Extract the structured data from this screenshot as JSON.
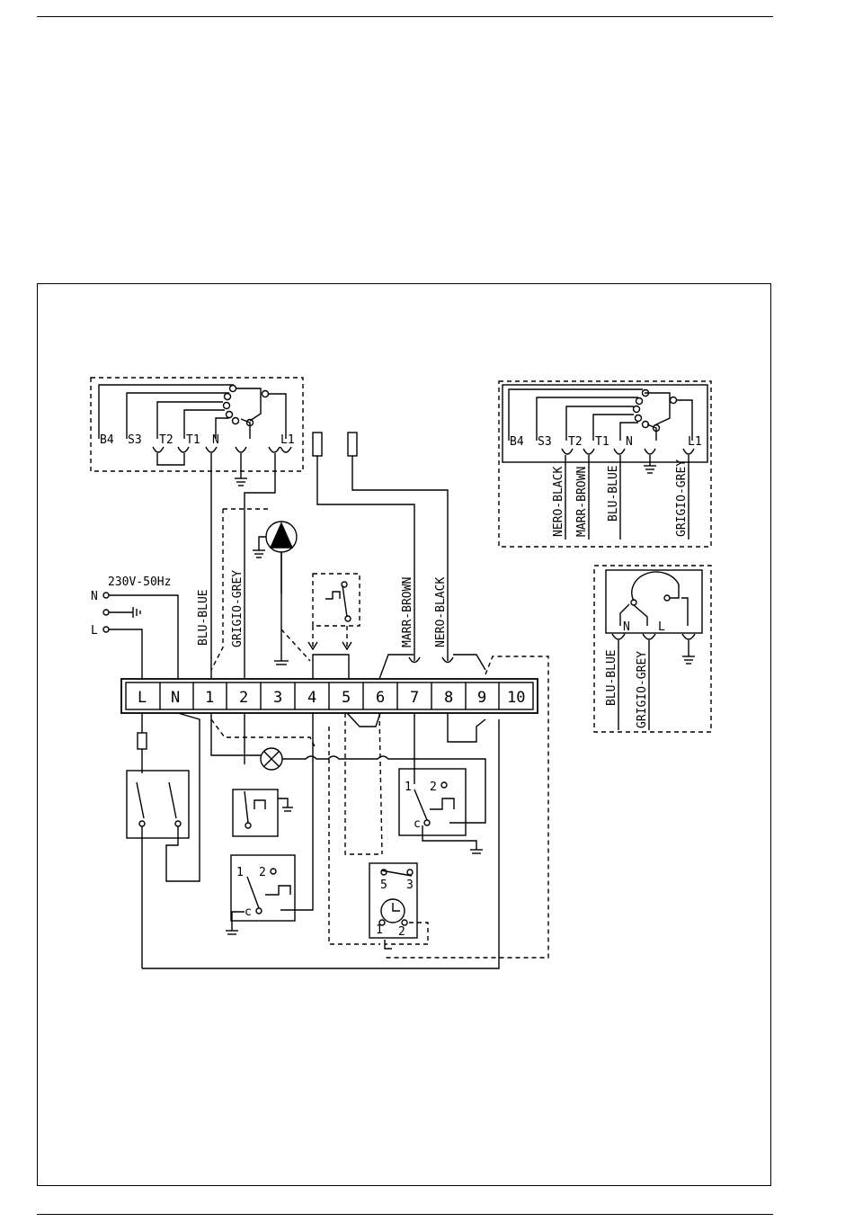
{
  "supply": {
    "voltage": "230V-50Hz",
    "n": "N",
    "l": "L"
  },
  "terminal_block": [
    "L",
    "N",
    "1",
    "2",
    "3",
    "4",
    "5",
    "6",
    "7",
    "8",
    "9",
    "10"
  ],
  "valve_left": {
    "b4": "B4",
    "s3": "S3",
    "t2": "T2",
    "t1": "T1",
    "n": "N",
    "l1": "L1"
  },
  "valve_right": {
    "b4": "B4",
    "s3": "S3",
    "t2": "T2",
    "t1": "T1",
    "n": "N",
    "l1": "L1"
  },
  "wires": {
    "blu_blue": "BLU-BLUE",
    "grigio_grey": "GRIGIO-GREY",
    "marr_brown": "MARR-BROWN",
    "nero_black": "NERO-BLACK"
  },
  "right_wires": {
    "nero_black": "NERO-BLACK",
    "marr_brown": "MARR-BROWN",
    "blu_blue": "BLU-BLUE",
    "grigio_grey": "GRIGIO-GREY"
  },
  "motor": {
    "n": "N",
    "l": "L",
    "blu_blue": "BLU-BLUE",
    "grigio_grey": "GRIGIO-GREY"
  },
  "thermostats": {
    "one": "1",
    "two": "2",
    "c": "c"
  },
  "timer": {
    "five": "5",
    "three": "3",
    "one": "1",
    "two": "2"
  }
}
